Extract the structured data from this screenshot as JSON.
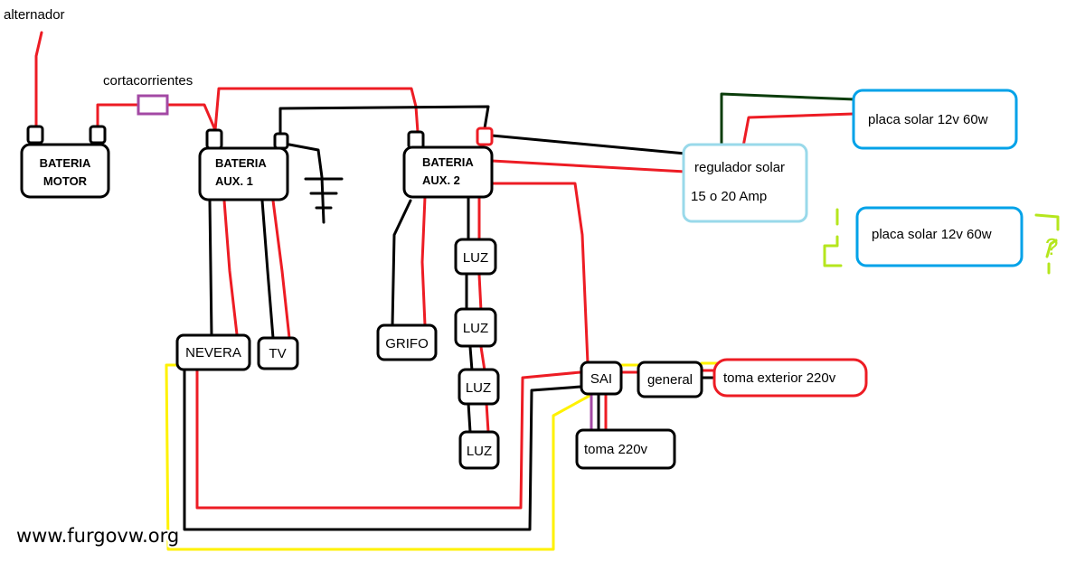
{
  "labels": {
    "alternator": "alternador",
    "cutoff_switch": "cortacorrientes",
    "battery_motor_line1": "BATERIA",
    "battery_motor_line2": "MOTOR",
    "battery_aux1_line1": "BATERIA",
    "battery_aux1_line2": "AUX. 1",
    "battery_aux2_line1": "BATERIA",
    "battery_aux2_line2": "AUX. 2",
    "solar_regulator_line1": "regulador solar",
    "solar_regulator_line2": "15 o 20 Amp",
    "solar_panel_1": "placa solar  12v 60w",
    "solar_panel_2": "placa solar 12v 60w",
    "fridge": "NEVERA",
    "tv": "TV",
    "tap": "GRIFO",
    "light_1": "LUZ",
    "light_2": "LUZ",
    "light_3": "LUZ",
    "light_4": "LUZ",
    "ups": "SAI",
    "main_switch": "general",
    "outdoor_socket": "toma exterior 220v",
    "socket": "toma 220v",
    "question_mark": "?"
  },
  "watermark": "www.furgovw.org",
  "colors": {
    "positive_wire": "#ed1c24",
    "negative_wire": "#000000",
    "ac_wire": "#fff200",
    "ac_neutral_wire": "#a349a4",
    "solar_box_border": "#00a2e8",
    "regulator_border": "#99d9ea",
    "solar_negative_wire": "#0b3d0b",
    "sketch_panel": "#b5e61d",
    "switch_border": "#a349a4"
  }
}
